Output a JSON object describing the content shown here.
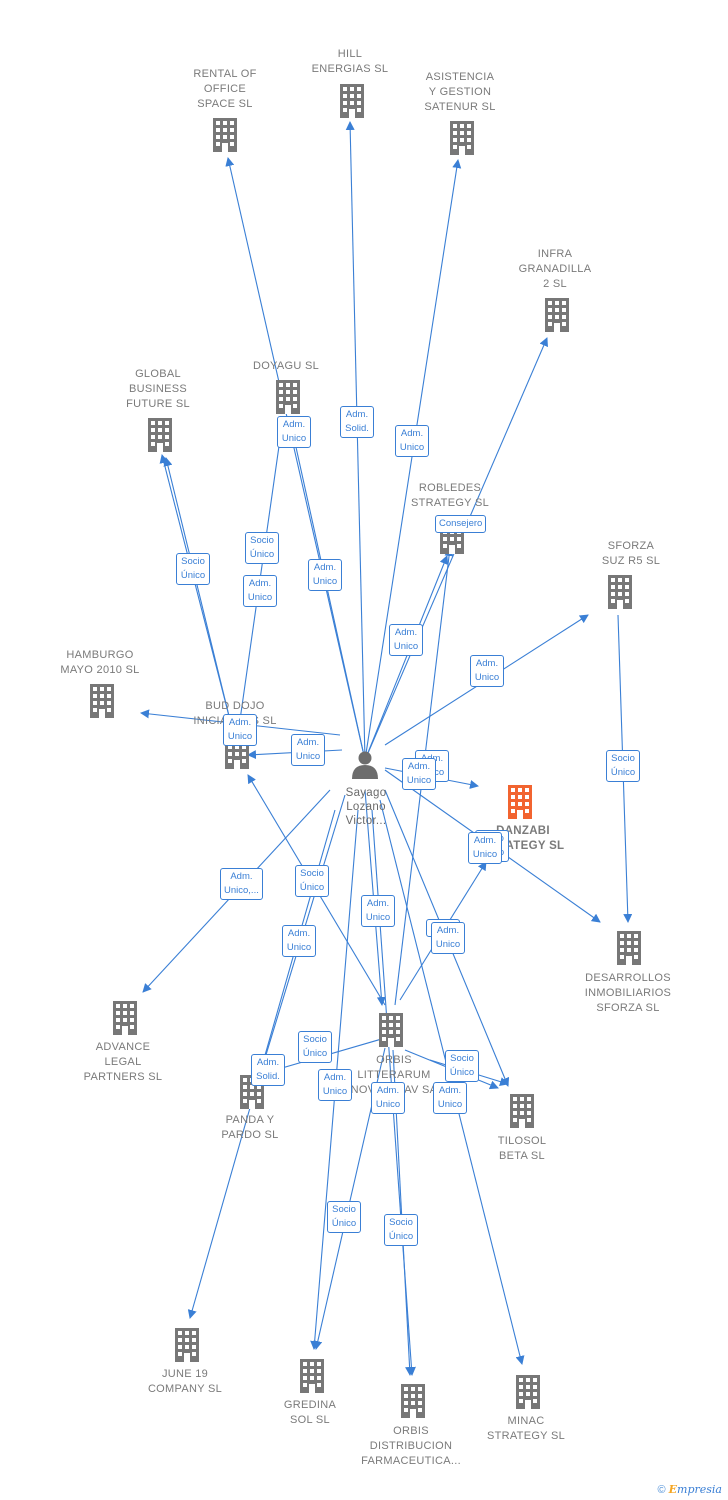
{
  "nodes": [
    {
      "id": "rental",
      "label": "RENTAL OF\nOFFICE\nSPACE  SL",
      "icon": "building-icon"
    },
    {
      "id": "hill",
      "label": "HILL\nENERGIAS  SL",
      "icon": "building-icon"
    },
    {
      "id": "asistencia",
      "label": "ASISTENCIA\nY GESTION\nSATENUR  SL",
      "icon": "building-icon"
    },
    {
      "id": "infra",
      "label": "INFRA\nGRANADILLA\n2  SL",
      "icon": "building-icon"
    },
    {
      "id": "global",
      "label": "GLOBAL\nBUSINESS\nFUTURE SL",
      "icon": "building-icon"
    },
    {
      "id": "doyagu",
      "label": "DOYAGU  SL",
      "icon": "building-icon"
    },
    {
      "id": "robledes",
      "label": "ROBLEDES\nSTRATEGY  SL",
      "icon": "building-icon"
    },
    {
      "id": "sforza",
      "label": "SFORZA\nSUZ R5  SL",
      "icon": "building-icon"
    },
    {
      "id": "hamburgo",
      "label": "HAMBURGO\nMAYO 2010 SL",
      "icon": "building-icon"
    },
    {
      "id": "buddojo",
      "label": "BUD DOJO\nINICIATIVAS  SL",
      "icon": "building-icon"
    },
    {
      "id": "person",
      "label": "Sayago\nLozano\nVictor...",
      "icon": "person-icon"
    },
    {
      "id": "danzabi",
      "label": "DANZABI\nSTRATEGY  SL",
      "icon": "building-icon"
    },
    {
      "id": "desarrollos",
      "label": "DESARROLLOS\nINMOBILIARIOS\nSFORZA  SL",
      "icon": "building-icon"
    },
    {
      "id": "advance",
      "label": "ADVANCE\nLEGAL\nPARTNERS  SL",
      "icon": "building-icon"
    },
    {
      "id": "orbis",
      "label": "ORBIS\nLITTERARUM\nNOVA SICAV SA",
      "icon": "building-icon"
    },
    {
      "id": "panda",
      "label": "PANDA Y\nPARDO  SL",
      "icon": "building-icon"
    },
    {
      "id": "tilosol",
      "label": "TILOSOL\nBETA  SL",
      "icon": "building-icon"
    },
    {
      "id": "june",
      "label": "JUNE 19\nCOMPANY  SL",
      "icon": "building-icon"
    },
    {
      "id": "gredina",
      "label": "GREDINA\nSOL  SL",
      "icon": "building-icon"
    },
    {
      "id": "orbisdist",
      "label": "ORBIS\nDISTRIBUCION\nFARMACEUTICA...",
      "icon": "building-icon"
    },
    {
      "id": "minac",
      "label": "MINAC\nSTRATEGY  SL",
      "icon": "building-icon"
    }
  ],
  "edges": [
    {
      "from": "person",
      "to": "rental",
      "label": "Adm.\nUnico"
    },
    {
      "from": "person",
      "to": "hill",
      "label": "Adm.\nSolid."
    },
    {
      "from": "person",
      "to": "asistencia",
      "label": "Adm.\nUnico"
    },
    {
      "from": "person",
      "to": "infra",
      "label": "Consejero"
    },
    {
      "from": "person",
      "to": "doyagu",
      "label": "Adm.\nUnico"
    },
    {
      "from": "person",
      "to": "global",
      "label": "Socio\nÚnico"
    },
    {
      "from": "buddojo",
      "to": "global",
      "label": "Socio\nÚnico"
    },
    {
      "from": "buddojo",
      "to": "doyagu",
      "label": "Adm.\nUnico"
    },
    {
      "from": "person",
      "to": "robledes",
      "label": "Adm.\nUnico"
    },
    {
      "from": "person",
      "to": "sforza",
      "label": "Adm.\nUnico"
    },
    {
      "from": "person",
      "to": "hamburgo",
      "label": "Adm.\nUnico"
    },
    {
      "from": "person",
      "to": "buddojo",
      "label": "Adm.\nUnico"
    },
    {
      "from": "person",
      "to": "danzabi",
      "label": "Adm.\nUnico"
    },
    {
      "from": "orbis",
      "to": "danzabi",
      "label": "Socio\nÚnico"
    },
    {
      "from": "person",
      "to": "desarrollos",
      "label": "Adm.\nUnico"
    },
    {
      "from": "sforza",
      "to": "desarrollos",
      "label": "Socio\nÚnico"
    },
    {
      "from": "person",
      "to": "advance",
      "label": "Adm.\nUnico,..."
    },
    {
      "from": "orbis",
      "to": "buddojo",
      "label": "Socio\nÚnico"
    },
    {
      "from": "orbis",
      "to": "robledes",
      "label": "Adm.\nUnico"
    },
    {
      "from": "person",
      "to": "orbis",
      "label": "Adm.\nUnico"
    },
    {
      "from": "person",
      "to": "tilosol",
      "label": "Socio"
    },
    {
      "from": "person",
      "to": "panda",
      "label": "Adm.\nUnico"
    },
    {
      "from": "orbis",
      "to": "panda",
      "label": "Socio\nÚnico"
    },
    {
      "from": "person",
      "to": "june",
      "label": "Adm.\nSolid."
    },
    {
      "from": "person",
      "to": "gredina",
      "label": "Adm.\nUnico"
    },
    {
      "from": "orbis",
      "to": "tilosol",
      "label": "Socio\nÚnico"
    },
    {
      "from": "person",
      "to": "orbisdist",
      "label": "Adm.\nUnico"
    },
    {
      "from": "orbis",
      "to": "gredina",
      "label": "Socio\nÚnico"
    },
    {
      "from": "orbis",
      "to": "orbisdist",
      "label": "Socio\nÚnico"
    },
    {
      "from": "person",
      "to": "minac",
      "label": "Adm.\nUnico"
    },
    {
      "from": "orbis",
      "to": "tilosol",
      "label": "Adm.\nUnico"
    }
  ],
  "colors": {
    "edge": "#3a7fd5",
    "company_icon": "#777777",
    "main_company_icon": "#f26430",
    "label": "#7a7a7a"
  },
  "main_company": "danzabi",
  "footer": {
    "copyright": "©",
    "brand_initial": "E",
    "brand_rest": "mpresia"
  }
}
